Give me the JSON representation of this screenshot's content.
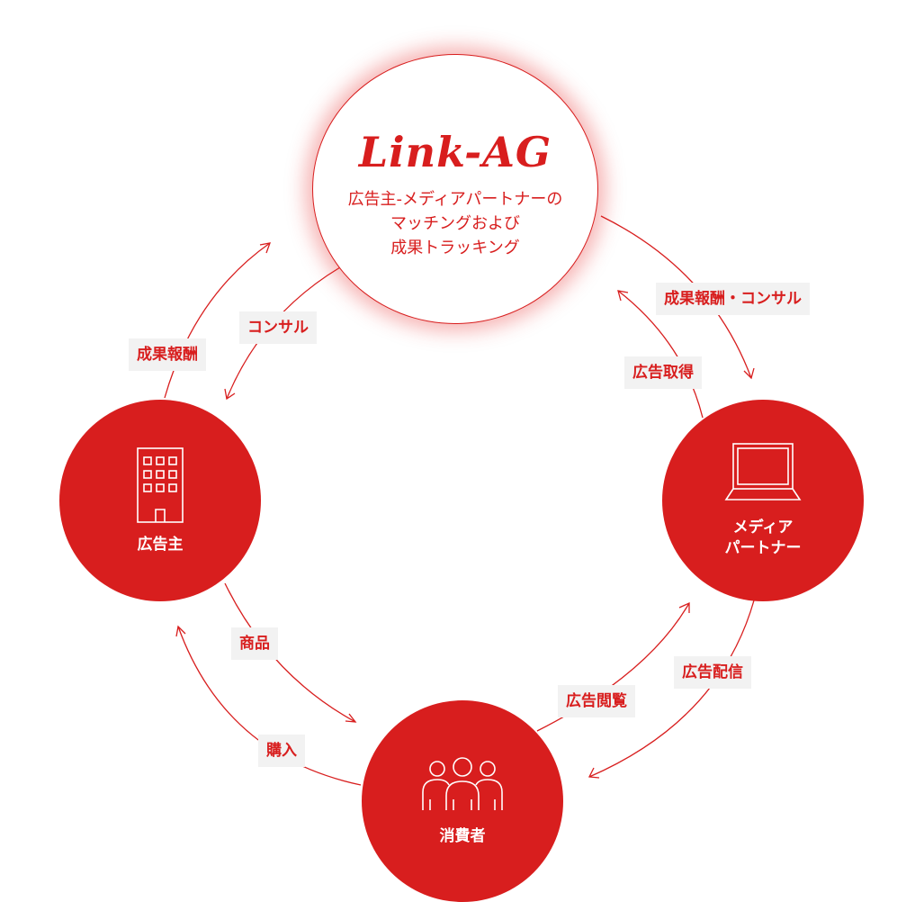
{
  "center": {
    "logo": "Link-AG",
    "description_lines": [
      "広告主-メディアパートナーの",
      "マッチングおよび",
      "成果トラッキング"
    ]
  },
  "nodes": {
    "advertiser": {
      "label": "広告主",
      "icon": "building-icon"
    },
    "media": {
      "label_lines": [
        "メディア",
        "パートナー"
      ],
      "icon": "laptop-icon"
    },
    "consumer": {
      "label": "消費者",
      "icon": "people-icon"
    }
  },
  "flows": {
    "seika_hoshu": "成果報酬",
    "consul": "コンサル",
    "seika_hoshu_consul": "成果報酬・コンサル",
    "kokoku_shutoku": "広告取得",
    "shohin": "商品",
    "konyu": "購入",
    "kokoku_haishin": "広告配信",
    "kokoku_etsuran": "広告閲覧"
  },
  "colors": {
    "accent": "#d81e1e",
    "label_bg": "#f2f2f2"
  }
}
